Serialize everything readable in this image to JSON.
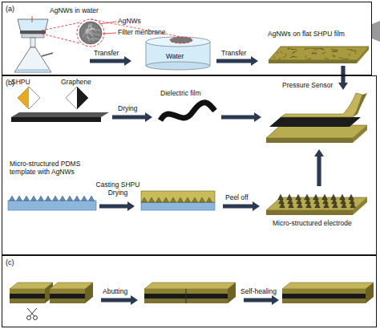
{
  "diagram": {
    "nodes": [
      {
        "text": [
          "(a)"
        ]
      },
      {
        "text": [
          "(b)"
        ]
      },
      {
        "text": [
          "(c)"
        ]
      }
    ],
    "labels": [
      "AgNWs in water",
      "AgNWs",
      "Filter menbrane",
      "Transfer",
      "Water",
      "Transfer",
      "AgNWs on flat SHPU film",
      "SHPU",
      "Graphene",
      "Drying",
      "Dielectric film",
      "Pressure Sensor",
      "Micro-structured PDMS template with AgNWs",
      "Casting SHPU Drying",
      "Peel off",
      "Micro-structured electrode",
      "Abutting",
      "Self-healing"
    ]
  }
}
